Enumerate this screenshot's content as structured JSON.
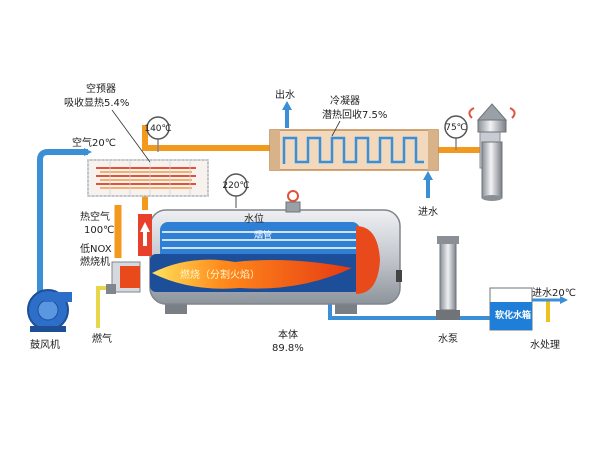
{
  "labels": {
    "air_preheater": "空预器",
    "air_preheater_gain": "吸收显热5.4%",
    "air_in": "空气20℃",
    "hot_air": "热空气",
    "hot_air_temp": "100℃",
    "burner_line1": "低NOX",
    "burner_line2": "燃烧机",
    "blower": "鼓风机",
    "fuel_gas": "燃气",
    "water_out": "出水",
    "condenser": "冷凝器",
    "condenser_gain": "潜热回收7.5%",
    "water_in_top": "进水",
    "flue_tubes": "烟管",
    "water_level": "水位",
    "combustion": "燃烧（分割火焰）",
    "body": "本体",
    "body_efficiency": "89.8%",
    "water_pump": "水泵",
    "softened_tank": "软化水箱",
    "water_in_right": "进水20℃",
    "water_treatment": "水处理"
  },
  "gauges": {
    "g140": "140℃",
    "g220": "220℃",
    "g75": "75℃"
  },
  "colors": {
    "hot_pipe": "#f39a1e",
    "cold_pipe": "#3a8fd6",
    "gas_pipe": "#e8d64a",
    "boiler_body": "#c8ccd2",
    "water": "#2f7fd4",
    "flame": "#f5581a",
    "tank_blue": "#1f7fd8"
  }
}
